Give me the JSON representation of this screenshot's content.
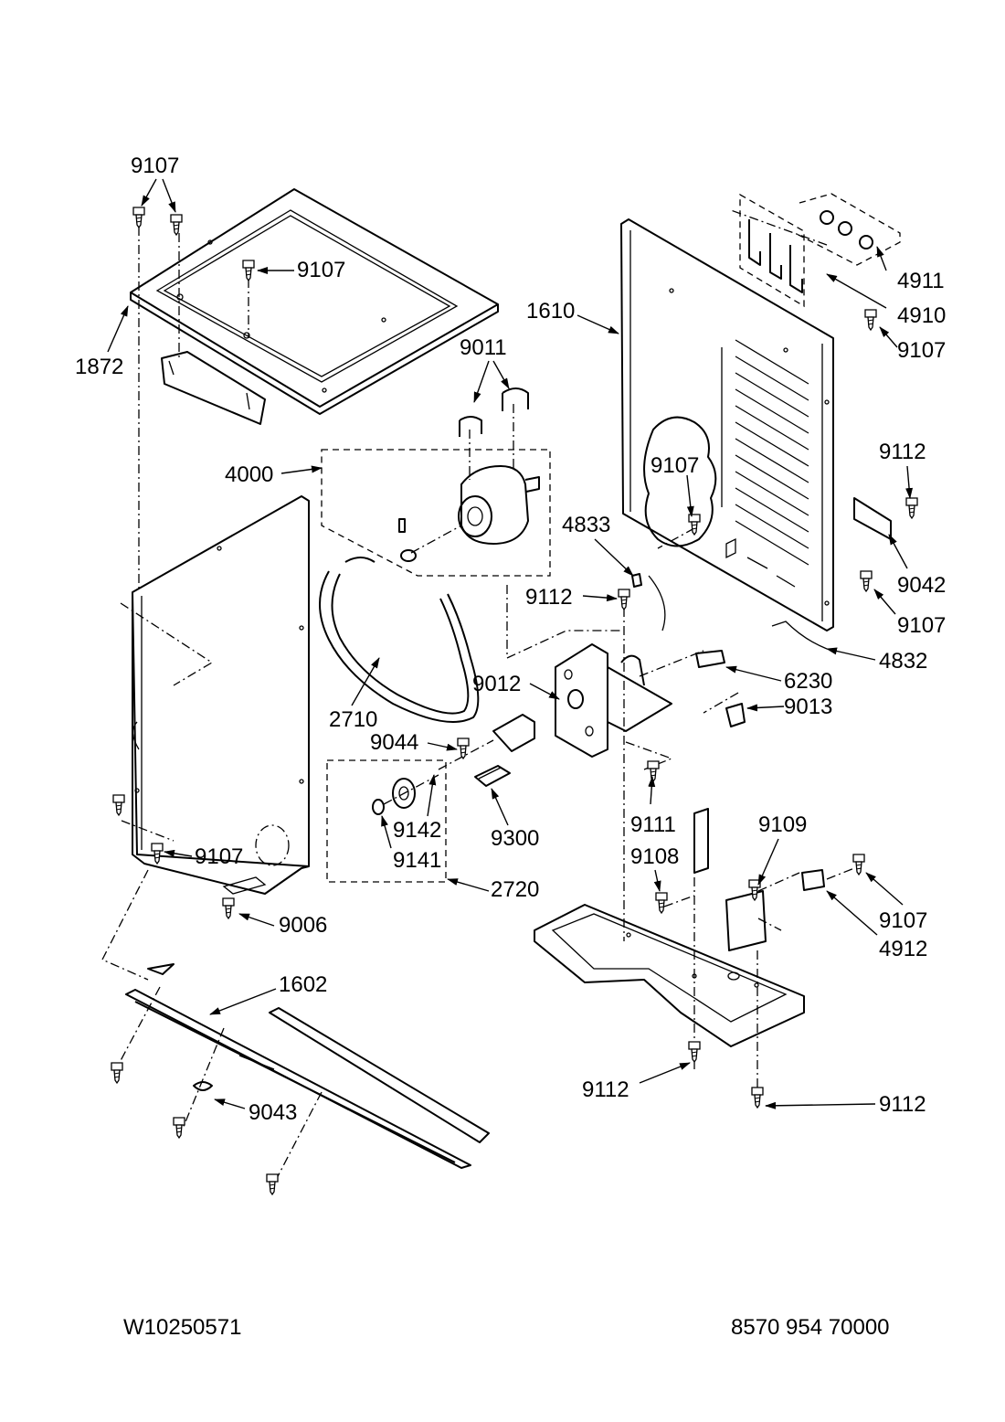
{
  "callouts": [
    {
      "id": "l9107a",
      "text": "9107"
    },
    {
      "id": "l9107b",
      "text": "9107"
    },
    {
      "id": "l1872",
      "text": "1872"
    },
    {
      "id": "l9011",
      "text": "9011"
    },
    {
      "id": "l4000",
      "text": "4000"
    },
    {
      "id": "l2710",
      "text": "2710"
    },
    {
      "id": "l9044",
      "text": "9044"
    },
    {
      "id": "l9142",
      "text": "9142"
    },
    {
      "id": "l9141",
      "text": "9141"
    },
    {
      "id": "l9300",
      "text": "9300"
    },
    {
      "id": "l2720",
      "text": "2720"
    },
    {
      "id": "l9107c",
      "text": "9107"
    },
    {
      "id": "l9006",
      "text": "9006"
    },
    {
      "id": "l1602",
      "text": "1602"
    },
    {
      "id": "l9043",
      "text": "9043"
    },
    {
      "id": "l1610",
      "text": "1610"
    },
    {
      "id": "l4911",
      "text": "4911"
    },
    {
      "id": "l4910",
      "text": "4910"
    },
    {
      "id": "l9107d",
      "text": "9107"
    },
    {
      "id": "l9107e",
      "text": "9107"
    },
    {
      "id": "l9112a",
      "text": "9112"
    },
    {
      "id": "l9042",
      "text": "9042"
    },
    {
      "id": "l9107f",
      "text": "9107"
    },
    {
      "id": "l4833",
      "text": "4833"
    },
    {
      "id": "l9112b",
      "text": "9112"
    },
    {
      "id": "l4832",
      "text": "4832"
    },
    {
      "id": "l6230",
      "text": "6230"
    },
    {
      "id": "l9012",
      "text": "9012"
    },
    {
      "id": "l9013",
      "text": "9013"
    },
    {
      "id": "l9111",
      "text": "9111"
    },
    {
      "id": "l9108",
      "text": "9108"
    },
    {
      "id": "l9109",
      "text": "9109"
    },
    {
      "id": "l9107g",
      "text": "9107"
    },
    {
      "id": "l4912",
      "text": "4912"
    },
    {
      "id": "l9112c",
      "text": "9112"
    },
    {
      "id": "l9112d",
      "text": "9112"
    }
  ],
  "footer": {
    "left_code": "W10250571",
    "right_code": "8570 954 70000"
  }
}
